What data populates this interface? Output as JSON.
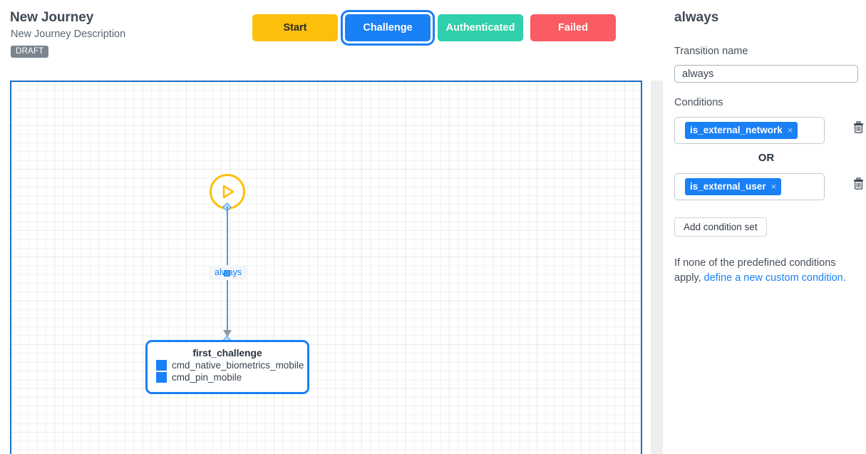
{
  "header": {
    "title": "New Journey",
    "description": "New Journey Description",
    "status_badge": "DRAFT",
    "state_buttons": [
      {
        "label": "Start",
        "color": "#fcc00c",
        "selected": false
      },
      {
        "label": "Challenge",
        "color": "#1a80f5",
        "selected": true
      },
      {
        "label": "Authenticated",
        "color": "#2fd0ab",
        "selected": false
      },
      {
        "label": "Failed",
        "color": "#f95c63",
        "selected": false
      }
    ]
  },
  "canvas": {
    "start_node": {
      "icon": "play-icon",
      "color": "#fcc00c"
    },
    "edge": {
      "label": "always",
      "color": "#3fa0ee"
    },
    "node": {
      "title": "first_challenge",
      "border_color": "#1a80f5",
      "items": [
        {
          "label": "cmd_native_biometrics_mobile",
          "swatch": "#1a80f5"
        },
        {
          "label": "cmd_pin_mobile",
          "swatch": "#1a80f5"
        }
      ]
    }
  },
  "sidebar": {
    "title": "always",
    "transition_name_label": "Transition name",
    "transition_name_value": "always",
    "transition_name_placeholder": "Transition name",
    "conditions_label": "Conditions",
    "or_label": "OR",
    "condition_sets": [
      {
        "pill": "is_external_network",
        "remove_icon": "×",
        "delete_icon": "trash-icon"
      },
      {
        "pill": "is_external_user",
        "remove_icon": "×",
        "delete_icon": "trash-icon"
      }
    ],
    "add_condition_set_label": "Add condition set",
    "hint_prefix": "If none of the predefined conditions apply, ",
    "hint_link": "define a new custom condition."
  }
}
